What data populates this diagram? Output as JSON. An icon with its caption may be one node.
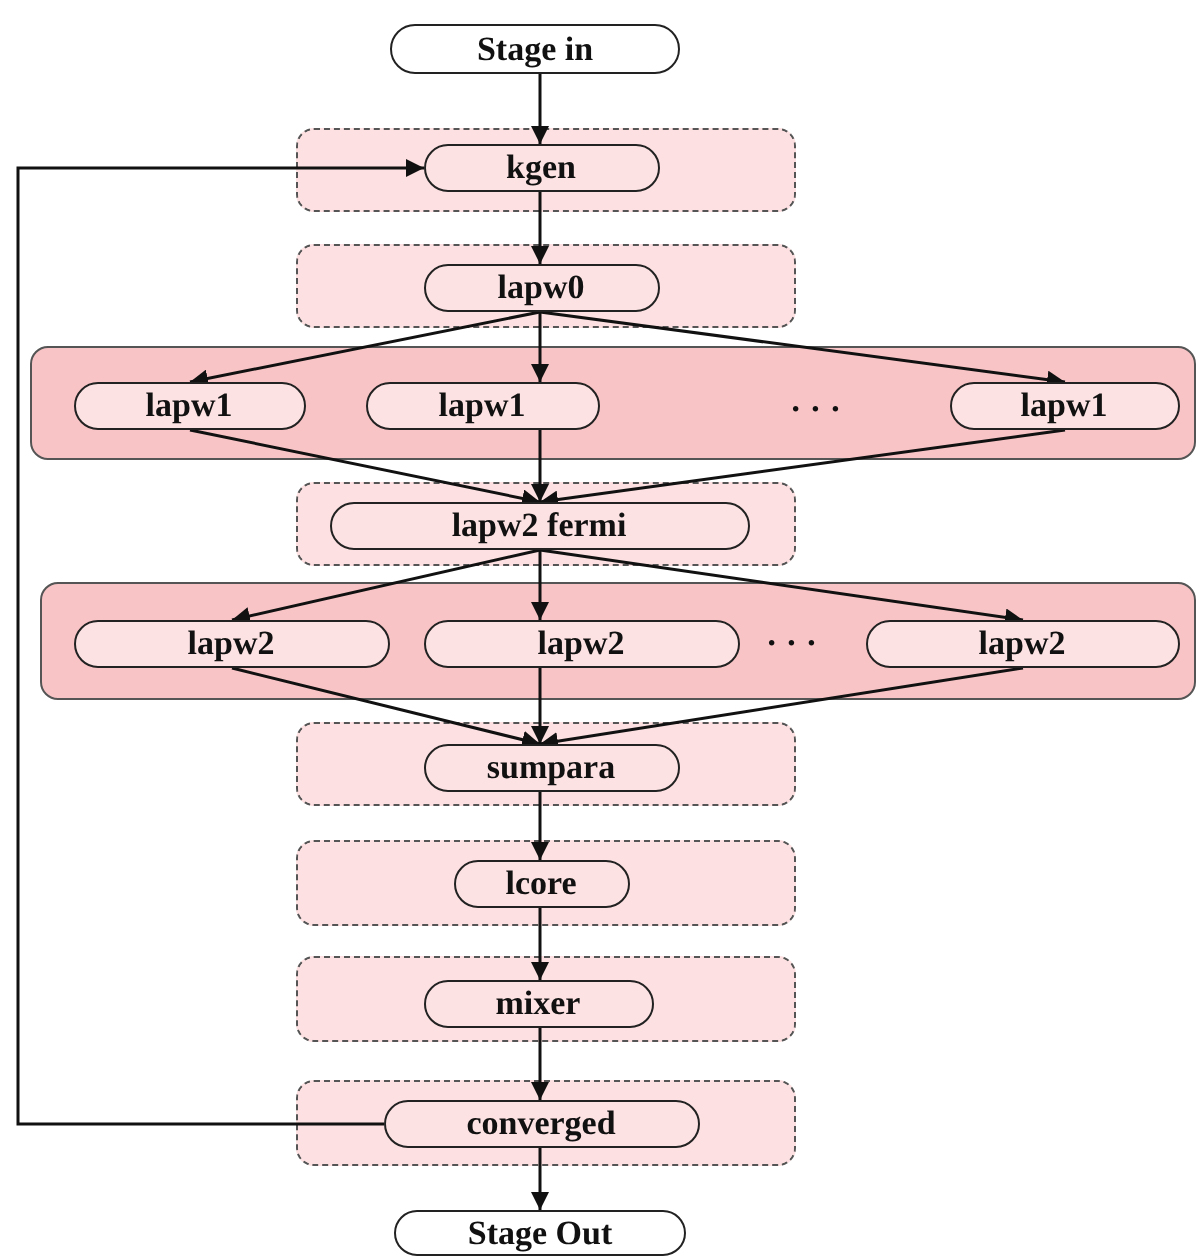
{
  "diagram": {
    "nodes": [
      {
        "text": [
          "Stage in"
        ]
      },
      {
        "text": [],
        "shape": "box"
      },
      {
        "text": [
          "kgen"
        ],
        "in": 1
      },
      {
        "text": [],
        "shape": "box"
      },
      {
        "text": [
          "lapw0"
        ],
        "in": 3
      },
      {
        "text": [],
        "shape": "band"
      },
      {
        "text": [
          "lapw1"
        ],
        "in": 5
      },
      {
        "text": [
          "lapw1"
        ],
        "in": 5
      },
      {
        "text": [
          "lapw1"
        ],
        "in": 5
      },
      {
        "text": [],
        "shape": "box"
      },
      {
        "text": [
          "lapw2 fermi"
        ],
        "in": 9
      },
      {
        "text": [],
        "shape": "band"
      },
      {
        "text": [
          "lapw2"
        ],
        "in": 11
      },
      {
        "text": [
          "lapw2"
        ],
        "in": 11
      },
      {
        "text": [
          "lapw2"
        ],
        "in": 11
      },
      {
        "text": [],
        "shape": "box"
      },
      {
        "text": [
          "sumpara"
        ],
        "in": 15
      },
      {
        "text": [],
        "shape": "box"
      },
      {
        "text": [
          "lcore"
        ],
        "in": 17
      },
      {
        "text": [],
        "shape": "box"
      },
      {
        "text": [
          "mixer"
        ],
        "in": 19
      },
      {
        "text": [],
        "shape": "box"
      },
      {
        "text": [
          "converged"
        ],
        "in": 21
      },
      {
        "text": [
          "Stage Out"
        ]
      }
    ],
    "edges": [
      {
        "from": 0,
        "to": 2,
        "arrow": "to"
      },
      {
        "from": 2,
        "to": 4,
        "arrow": "to"
      },
      {
        "from": 4,
        "to": 6,
        "arrow": "to"
      },
      {
        "from": 4,
        "to": 7,
        "arrow": "to"
      },
      {
        "from": 4,
        "to": 8,
        "arrow": "to"
      },
      {
        "from": 6,
        "to": 10,
        "arrow": "to"
      },
      {
        "from": 7,
        "to": 10,
        "arrow": "to"
      },
      {
        "from": 8,
        "to": 10,
        "arrow": "to"
      },
      {
        "from": 10,
        "to": 12,
        "arrow": "to"
      },
      {
        "from": 10,
        "to": 13,
        "arrow": "to"
      },
      {
        "from": 10,
        "to": 14,
        "arrow": "to"
      },
      {
        "from": 12,
        "to": 16,
        "arrow": "to"
      },
      {
        "from": 13,
        "to": 16,
        "arrow": "to"
      },
      {
        "from": 14,
        "to": 16,
        "arrow": "to"
      },
      {
        "from": 16,
        "to": 18,
        "arrow": "to"
      },
      {
        "from": 18,
        "to": 20,
        "arrow": "to"
      },
      {
        "from": 20,
        "to": 22,
        "arrow": "to"
      },
      {
        "from": 22,
        "to": 23,
        "arrow": "to"
      },
      {
        "from": 22,
        "to": 2,
        "arrow": "to"
      }
    ],
    "labels": [
      "· · ·",
      "· · ·"
    ]
  }
}
